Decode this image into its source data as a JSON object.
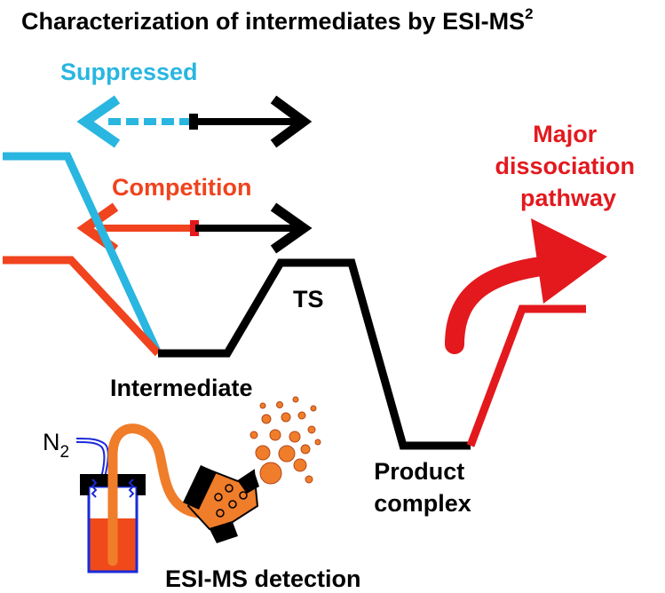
{
  "title": "Characterization of intermediates by ESI-MS",
  "title_superscript": "2",
  "labels": {
    "suppressed": "Suppressed",
    "competition": "Competition",
    "major_line1": "Major",
    "major_line2": "dissociation",
    "major_line3": "pathway",
    "ts": "TS",
    "intermediate": "Intermediate",
    "product_line1": "Product",
    "product_line2": "complex",
    "n2": "N",
    "n2_sub": "2",
    "esi_detection": "ESI-MS detection"
  },
  "colors": {
    "suppressed": "#29b6e0",
    "competition": "#f0431e",
    "major": "#e3191e",
    "profile": "#000000",
    "spray": "#f07d2a",
    "sample": "#f04a1a",
    "vial": "#1a2ad8"
  }
}
